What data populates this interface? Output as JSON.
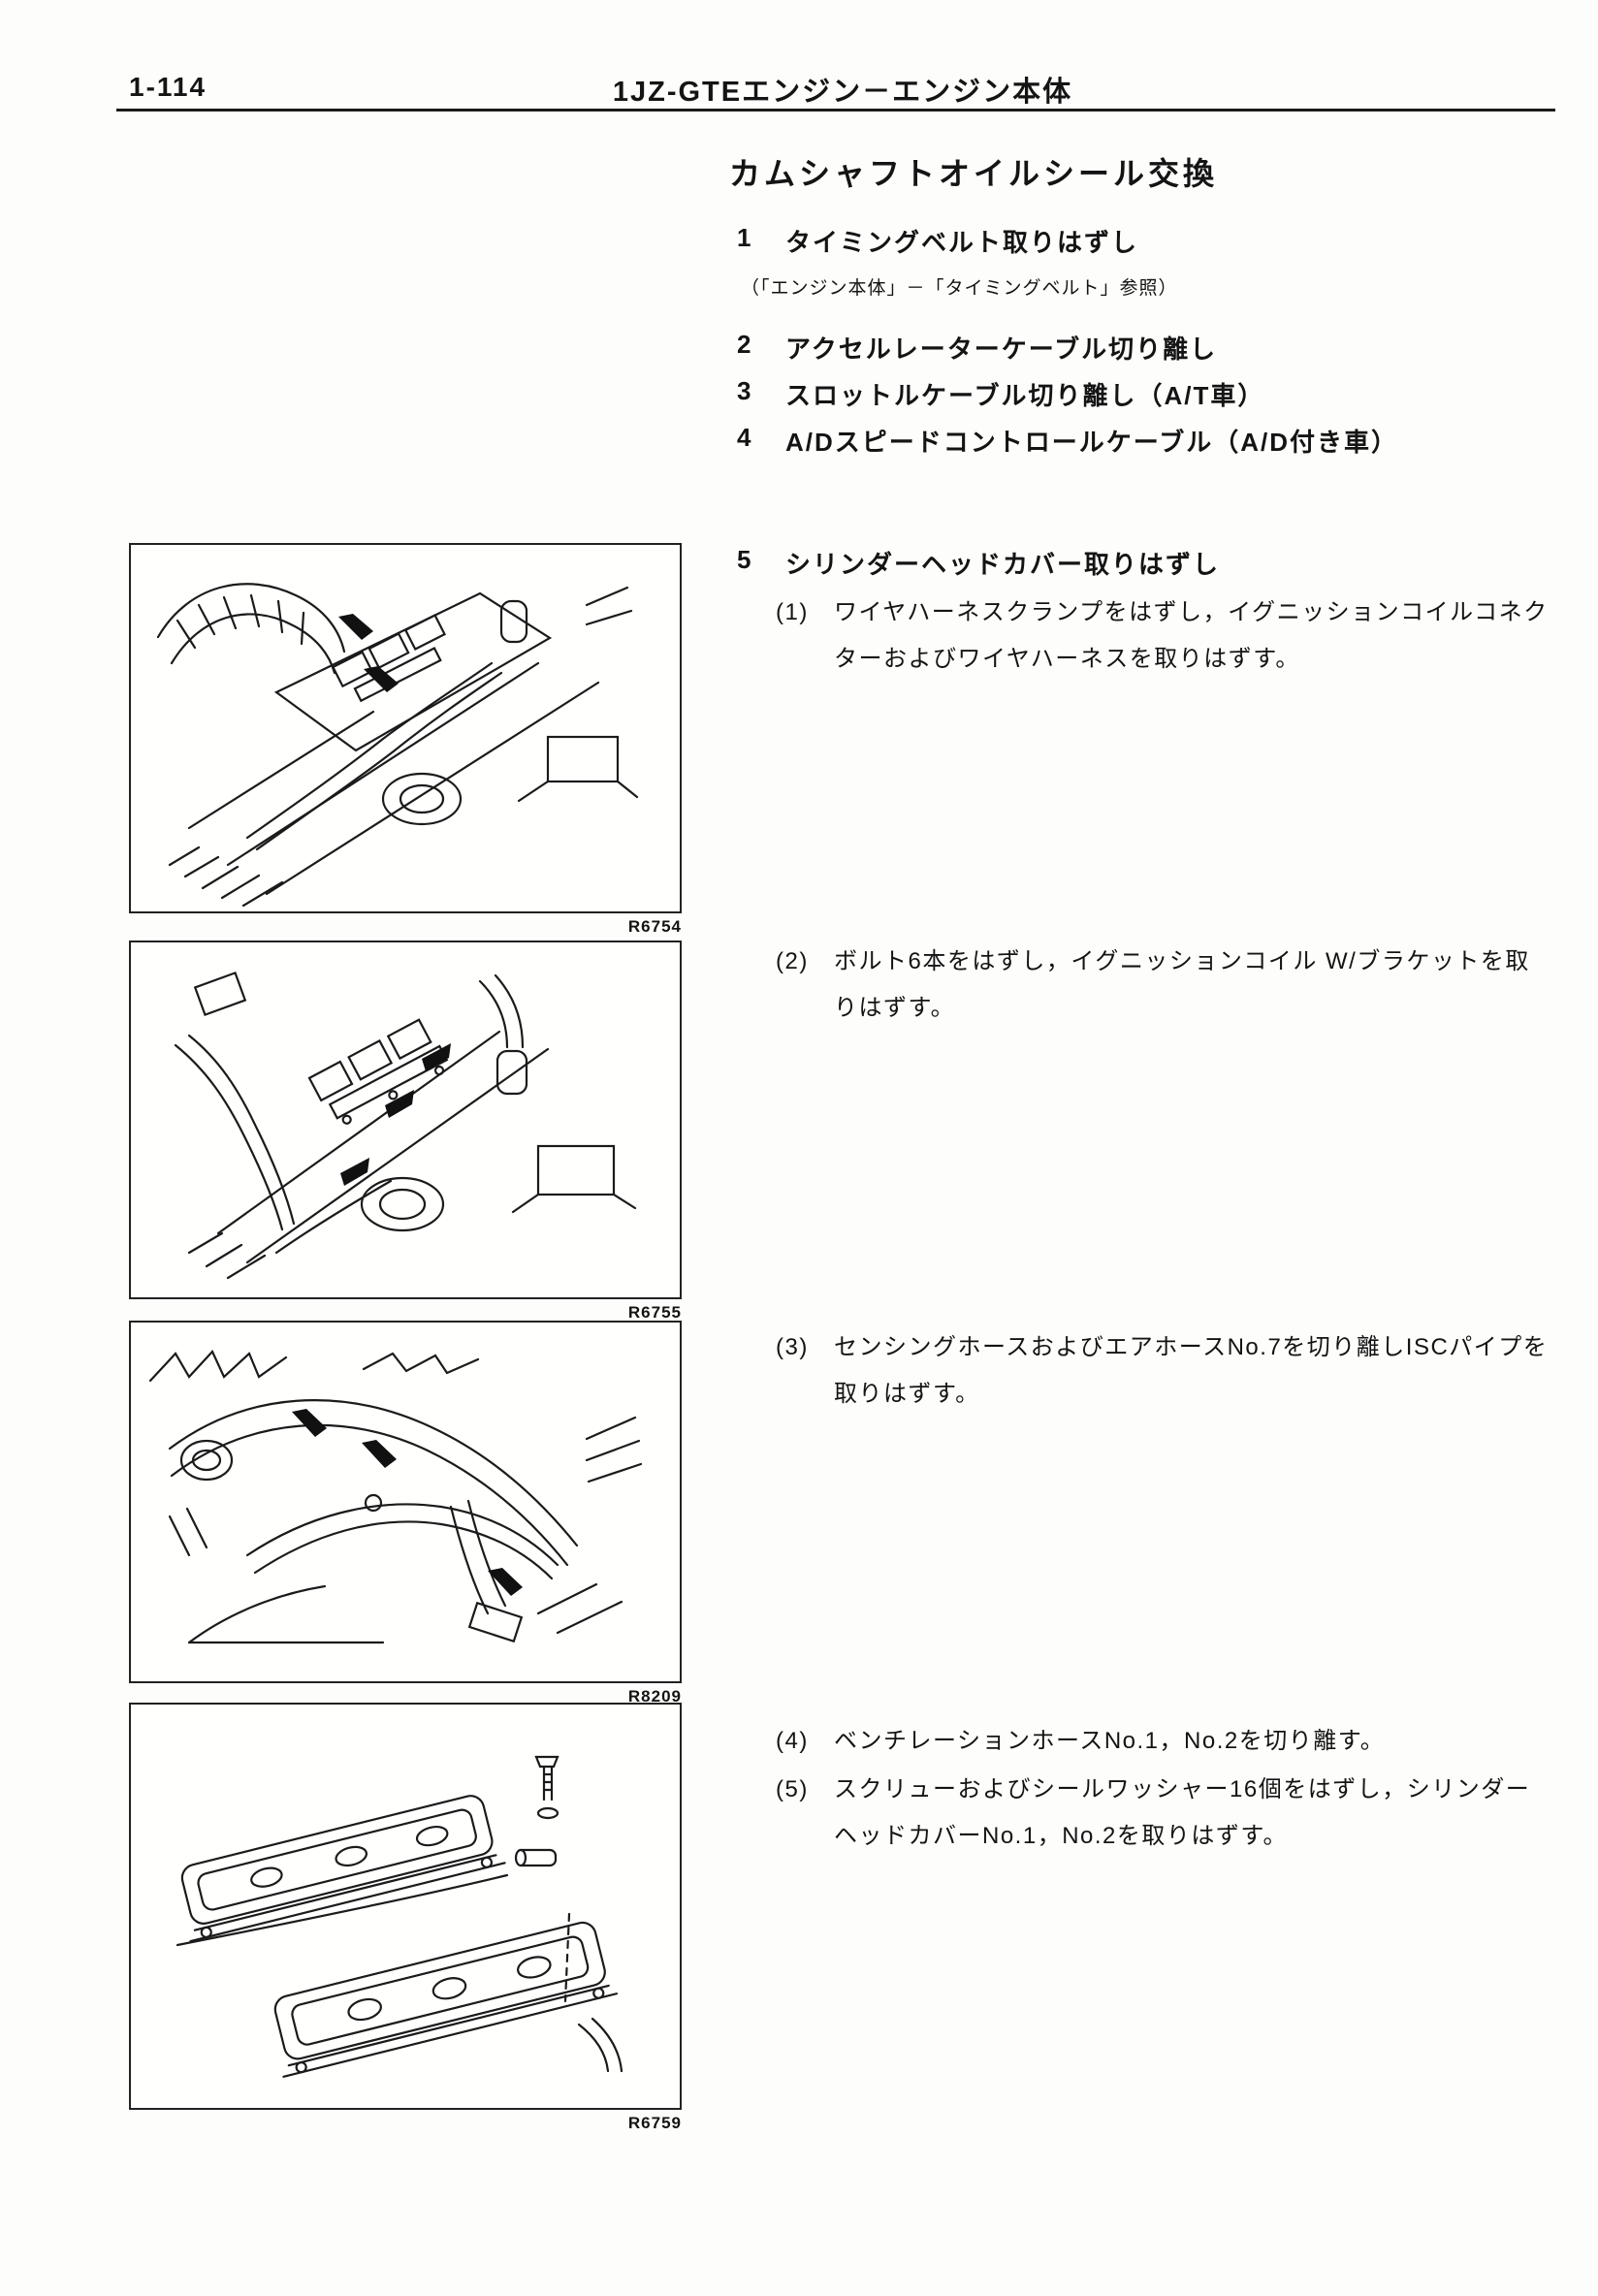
{
  "page": {
    "number": "1-114",
    "header_title": "1JZ-GTEエンジン－エンジン本体",
    "section_title": "カムシャフトオイルシール交換"
  },
  "steps": [
    {
      "num": "1",
      "label": "タイミングベルト取りはずし"
    },
    {
      "num": "2",
      "label": "アクセルレーターケーブル切り離し"
    },
    {
      "num": "3",
      "label": "スロットルケーブル切り離し（A/T車）"
    },
    {
      "num": "4",
      "label": "A/Dスピードコントロールケーブル（A/D付き車）"
    },
    {
      "num": "5",
      "label": "シリンダーヘッドカバー取りはずし"
    }
  ],
  "step1_note": "（「エンジン本体」－「タイミングベルト」参照）",
  "substeps": [
    {
      "num": "(1)",
      "text": "ワイヤハーネスクランプをはずし，イグニッションコイルコネクターおよびワイヤハーネスを取りはずす。"
    },
    {
      "num": "(2)",
      "text": "ボルト6本をはずし，イグニッションコイル W/ブラケットを取りはずす。"
    },
    {
      "num": "(3)",
      "text": "センシングホースおよびエアホースNo.7を切り離しISCパイプを取りはずす。"
    },
    {
      "num": "(4)",
      "text": "ベンチレーションホースNo.1，No.2を切り離す。"
    },
    {
      "num": "(5)",
      "text": "スクリューおよびシールワッシャー16個をはずし，シリンダーヘッドカバーNo.1，No.2を取りはずす。"
    }
  ],
  "figures": [
    {
      "code": "R6754"
    },
    {
      "code": "R6755"
    },
    {
      "code": "R8209"
    },
    {
      "code": "R6759"
    }
  ]
}
